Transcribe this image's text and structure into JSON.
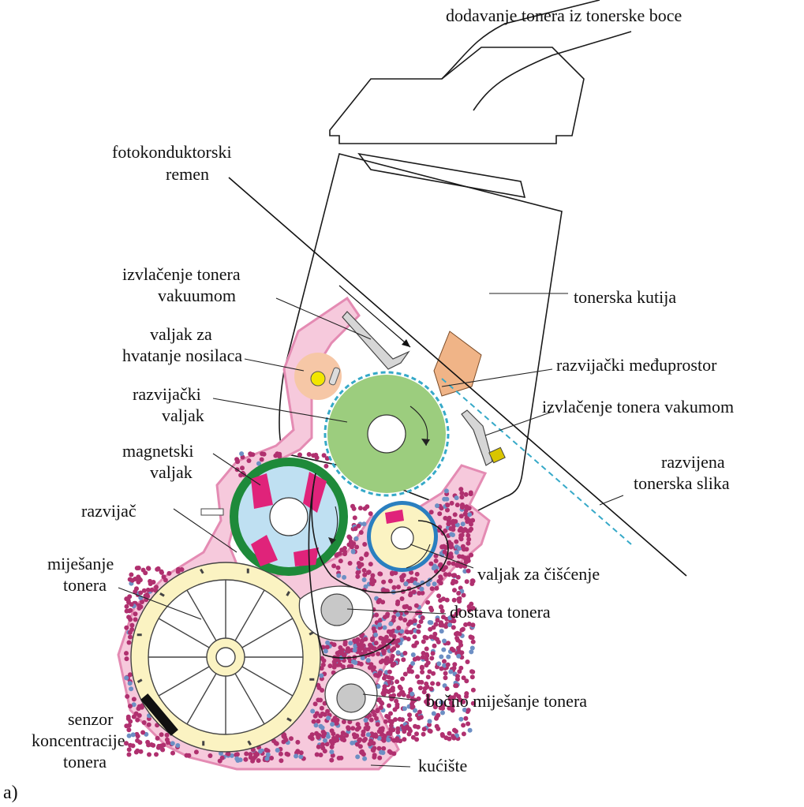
{
  "labels": {
    "supply": "dodavanje tonera iz tonerske boce",
    "belt_1": "fotokonduktorski",
    "belt_2": "remen",
    "vacuum_left_1": "izvlačenje tonera",
    "vacuum_left_2": "vakuumom",
    "toner_box": "tonerska kutija",
    "carrier_roller_1": "valjak za",
    "carrier_roller_2": "hvatanje nosilaca",
    "dev_gap": "razvijački međuprostor",
    "dev_roller_1": "razvijački",
    "dev_roller_2": "valjak",
    "vacuum_right": "izvlačenje tonera vakumom",
    "magnet_roller_1": "magnetski",
    "magnet_roller_2": "valjak",
    "developed_image_1": "razvijena",
    "developed_image_2": "tonerska slika",
    "developer": "razvijač",
    "cleaning_roller": "valjak za čišćenje",
    "mixing_1": "miješanje",
    "mixing_2": "tonera",
    "delivery": "dostava tonera",
    "side_mixing": "bočno miješanje tonera",
    "sensor_1": "senzor",
    "sensor_2": "koncentracije",
    "sensor_3": "tonera",
    "housing": "kućište",
    "panel_letter": "a)"
  },
  "colors": {
    "housing_pink": "#f6c9dc",
    "housing_edge": "#e48bb3",
    "developer_dots": "#b0306f",
    "toner_blue": "#6d8fc4",
    "dev_roller_green": "#9ccd7e",
    "magnet_ring_green": "#1e8a3a",
    "magnet_fill_blue": "#bfe0f2",
    "magnet_poles": "#e0237a",
    "cream": "#fbf3c2",
    "carrier_roller_orange": "#f6c7a6",
    "carrier_roller_core": "#f2e600",
    "blade_orange": "#f0b487",
    "blade_yellow": "#d9c500",
    "belt_dash_cyan": "#36a9c8",
    "gray_core": "#c8c8c8"
  }
}
